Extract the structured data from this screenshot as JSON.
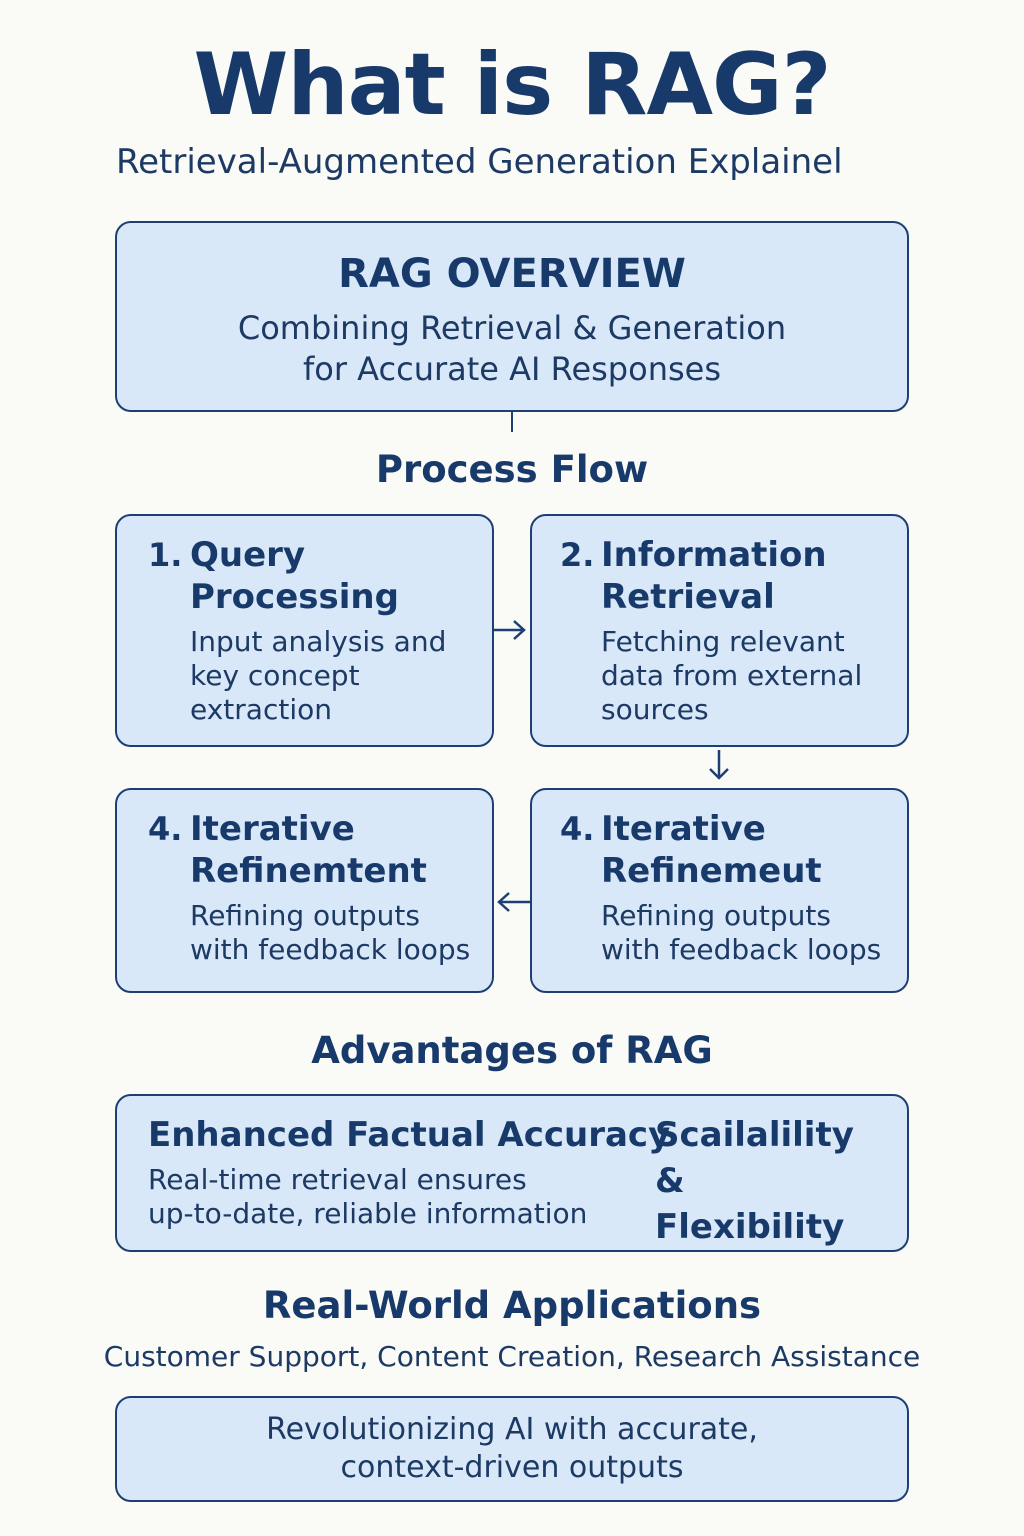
{
  "header": {
    "title": "What is RAG?",
    "subtitle": "Retrieval-Augmented Generation Explainel"
  },
  "overview": {
    "title": "RAG OVERVIEW",
    "line1": "Combining Retrieval & Generation",
    "line2": "for Accurate AI Responses"
  },
  "process": {
    "heading": "Process Flow",
    "steps": [
      {
        "number": "1.",
        "title_line1": "Query",
        "title_line2": "Processing",
        "desc_line1": "Input analysis and",
        "desc_line2": "key concept",
        "desc_line3": "extraction"
      },
      {
        "number": "2.",
        "title_line1": "Information",
        "title_line2": "Retrieval",
        "desc_line1": "Fetching relevant",
        "desc_line2": "data from external",
        "desc_line3": "sources"
      },
      {
        "number": "4.",
        "title_line1": "Iterative",
        "title_line2": "Refinemtent",
        "desc_line1": "Refining outputs",
        "desc_line2": "with feedback loops"
      },
      {
        "number": "4.",
        "title_line1": "Iterative",
        "title_line2": "Refinemeut",
        "desc_line1": "Refining outputs",
        "desc_line2": "with feedback loops"
      }
    ]
  },
  "advantages": {
    "heading": "Advantages of RAG",
    "item1_title": "Enhanced Factual Accuracy",
    "item1_desc_line1": "Real-time retrieval ensures",
    "item1_desc_line2": "up-to-date, reliable information",
    "item2_title_line1": "Scailalility",
    "item2_title_line2": "& Flexibility"
  },
  "applications": {
    "heading": "Real-World Applications",
    "list": "Customer Support, Content Creation, Research Assistance"
  },
  "closing": {
    "line1": "Revolutionizing AI with accurate,",
    "line2": "context-driven outputs"
  },
  "colors": {
    "navy": "#173a6b",
    "box_fill": "#d8e8f9",
    "border": "#1e3f72",
    "background": "#fafaf7"
  }
}
